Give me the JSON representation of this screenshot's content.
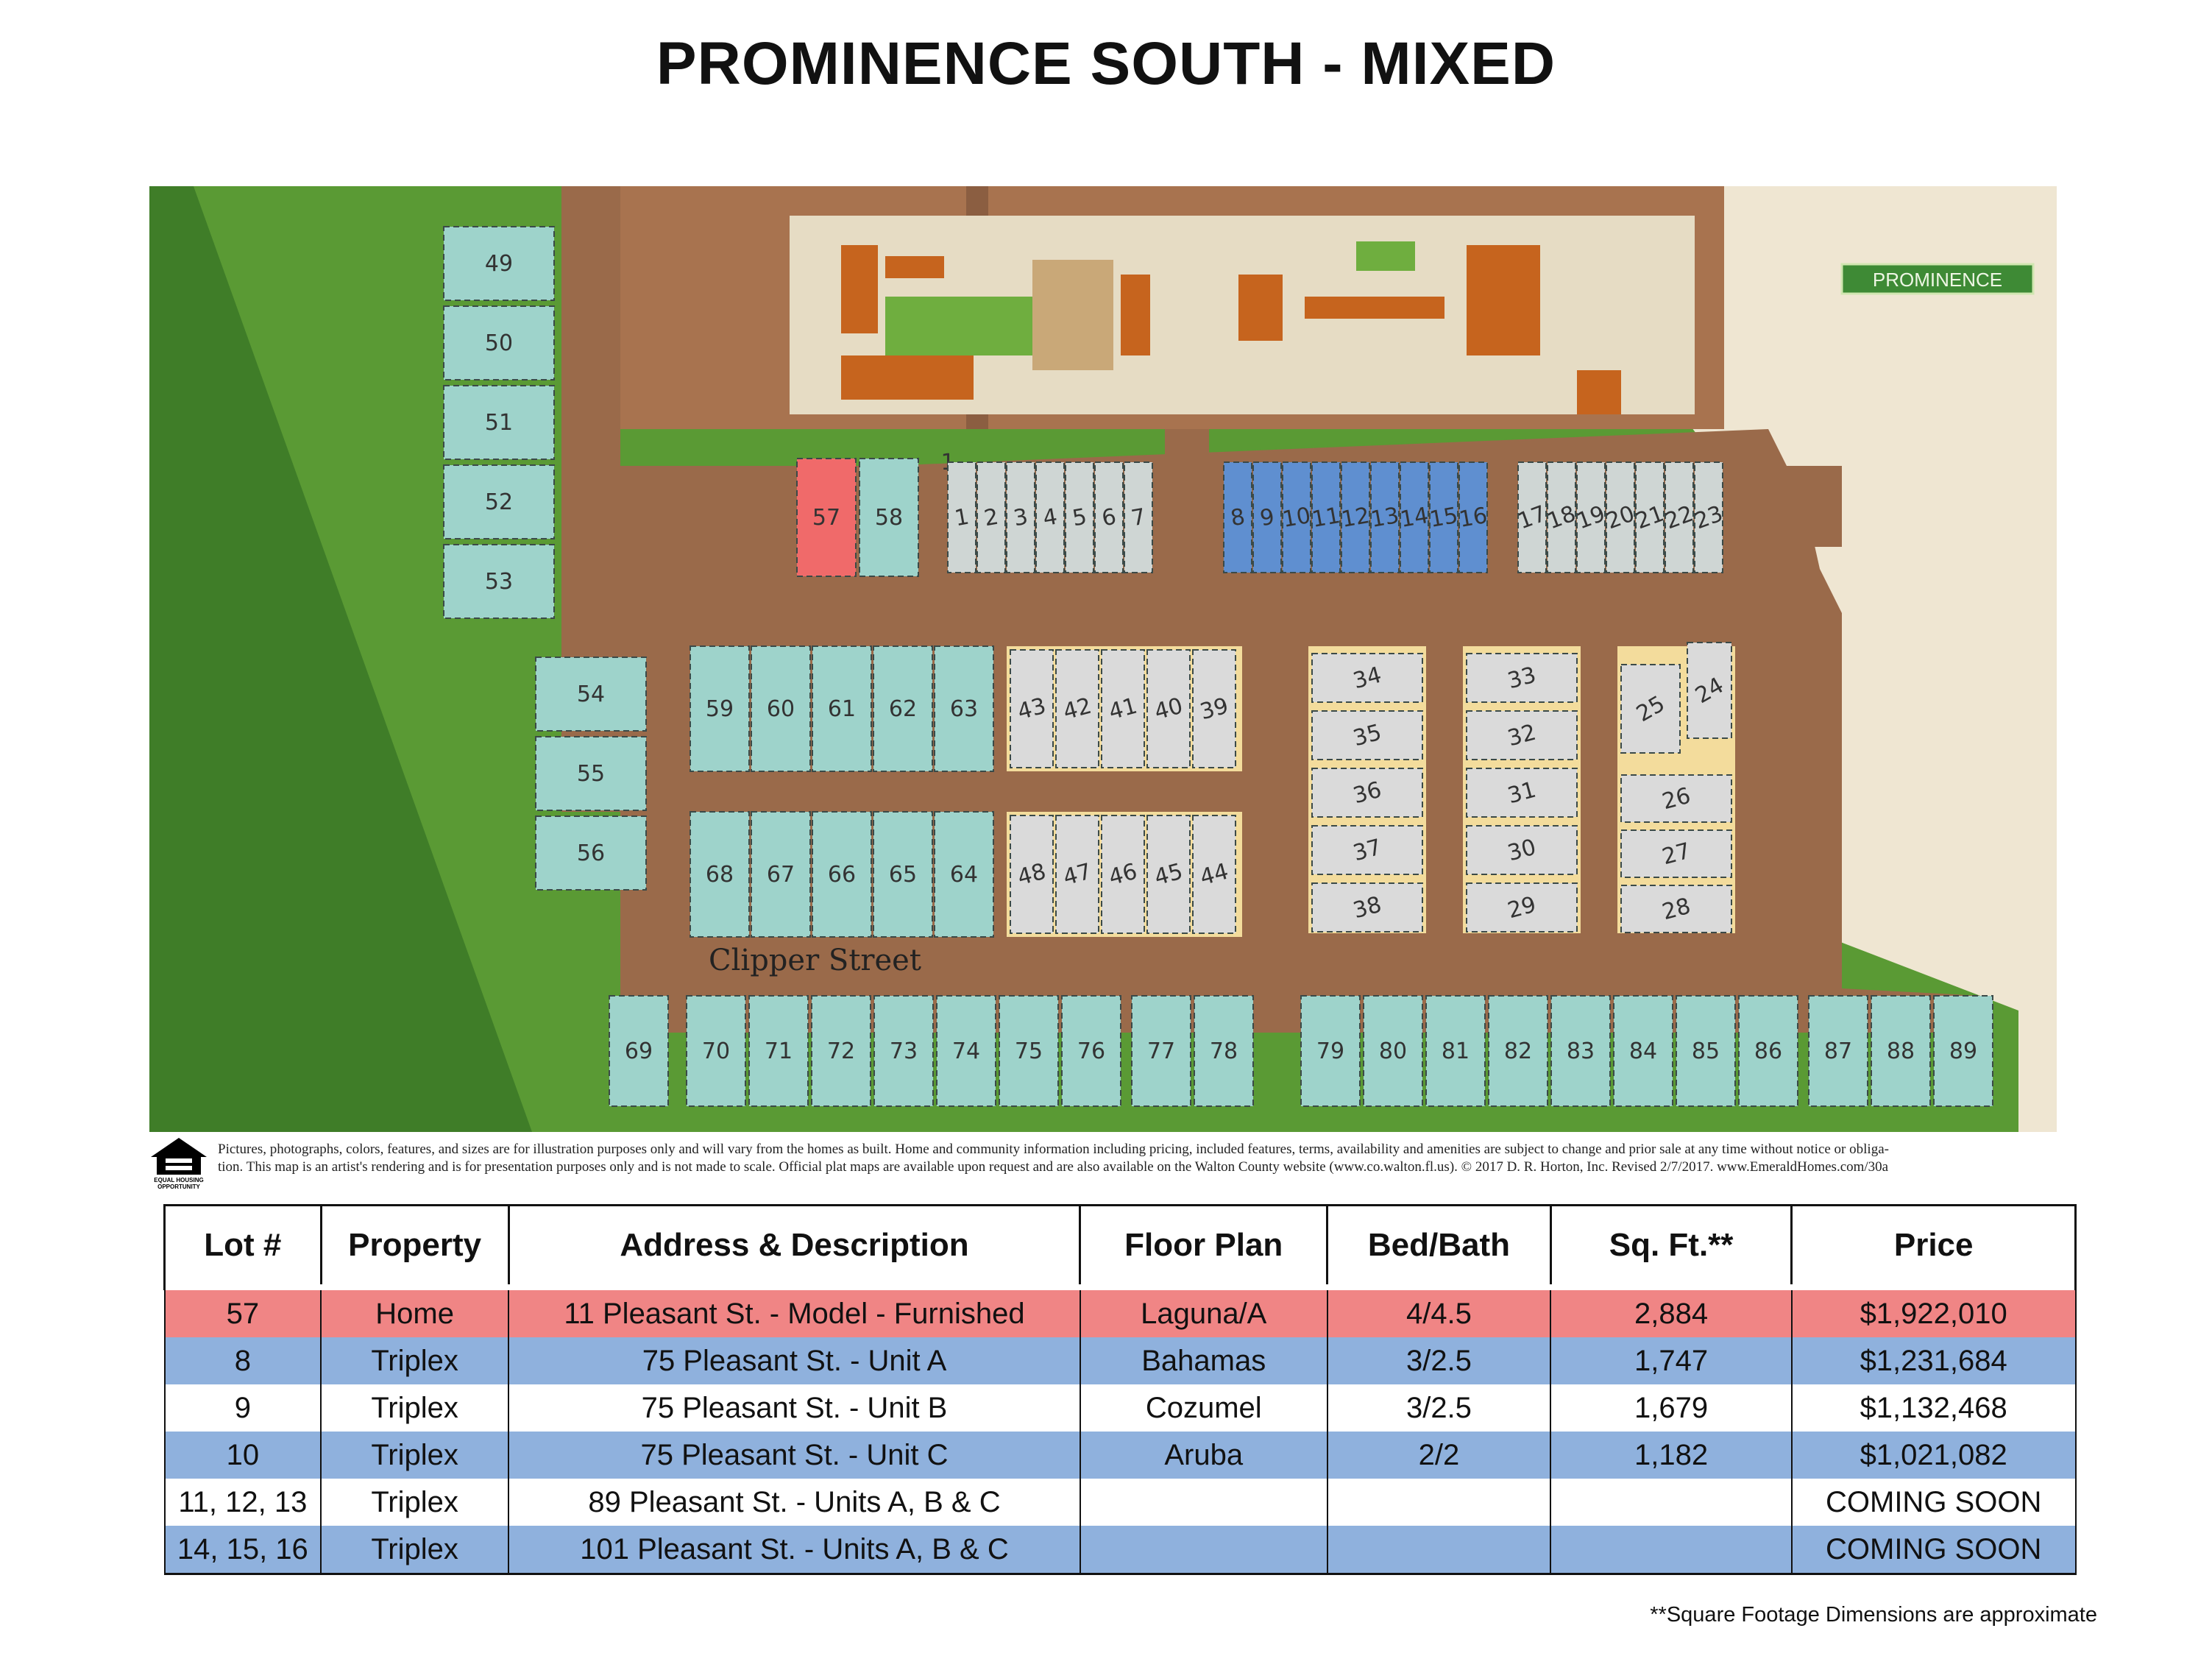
{
  "title": "PROMINENCE SOUTH - MIXED",
  "map": {
    "brand_sign": "PROMINENCE",
    "street_name": "Clipper Street",
    "colors": {
      "forest": "#5a9a34",
      "road": "#9a6a4a",
      "lot": "#9ed3cb",
      "lot_highlight": "#f06a6a",
      "lot_triplex": "#5f8fd0",
      "townhome_pad": "#f3dc9c",
      "sand": "#efe6d2"
    },
    "lots": {
      "west_column": [
        "49",
        "50",
        "51",
        "52",
        "53"
      ],
      "west_lower": [
        "54",
        "55",
        "56"
      ],
      "center_top": [
        "57",
        "58"
      ],
      "triplex_row_a": [
        "1",
        "2",
        "3",
        "4",
        "5",
        "6",
        "7"
      ],
      "triplex_row_b": [
        "8",
        "9",
        "10",
        "11",
        "12",
        "13",
        "14",
        "15",
        "16"
      ],
      "triplex_row_c": [
        "17",
        "18",
        "19",
        "20",
        "21",
        "22",
        "23"
      ],
      "middle_upper": [
        "59",
        "60",
        "61",
        "62",
        "63"
      ],
      "middle_lower": [
        "68",
        "67",
        "66",
        "65",
        "64"
      ],
      "town_upper": [
        "43",
        "42",
        "41",
        "40",
        "39"
      ],
      "town_lower": [
        "48",
        "47",
        "46",
        "45",
        "44"
      ],
      "cluster_a": [
        "34",
        "35",
        "36",
        "37",
        "38"
      ],
      "cluster_b": [
        "33",
        "32",
        "31",
        "30",
        "29"
      ],
      "cluster_c": [
        "25",
        "24",
        "26",
        "27",
        "28"
      ],
      "south_row": [
        "69",
        "70",
        "71",
        "72",
        "73",
        "74",
        "75",
        "76",
        "77",
        "78",
        "79",
        "80",
        "81",
        "82",
        "83",
        "84",
        "85",
        "86",
        "87",
        "88",
        "89"
      ]
    }
  },
  "disclaimer": {
    "line1": "Pictures, photographs, colors, features, and sizes are for illustration purposes only and will vary from the homes as built.  Home and community information including pricing, included features, terms, availability and amenities are subject to change and prior sale at any time without notice or obliga-",
    "line2": "tion.  This map is an artist's rendering and is for presentation purposes only and is not made to scale.  Official plat maps are available upon request and are also available on the Walton County website (www.co.walton.fl.us). © 2017 D. R. Horton, Inc. Revised 2/7/2017. www.EmeraldHomes.com/30a",
    "logo_text_1": "EQUAL HOUSING",
    "logo_text_2": "OPPORTUNITY"
  },
  "table": {
    "headers": {
      "lot": "Lot #",
      "property": "Property",
      "address": "Address & Description",
      "floor_plan": "Floor Plan",
      "bed_bath": "Bed/Bath",
      "sqft": "Sq. Ft.**",
      "price": "Price"
    },
    "rows": [
      {
        "lot": "57",
        "property": "Home",
        "address": "11 Pleasant St. - Model - Furnished",
        "floor_plan": "Laguna/A",
        "bed_bath": "4/4.5",
        "sqft": "2,884",
        "price": "$1,922,010",
        "color": "red"
      },
      {
        "lot": "8",
        "property": "Triplex",
        "address": "75 Pleasant St. - Unit A",
        "floor_plan": "Bahamas",
        "bed_bath": "3/2.5",
        "sqft": "1,747",
        "price": "$1,231,684",
        "color": "blue"
      },
      {
        "lot": "9",
        "property": "Triplex",
        "address": "75 Pleasant St. - Unit B",
        "floor_plan": "Cozumel",
        "bed_bath": "3/2.5",
        "sqft": "1,679",
        "price": "$1,132,468",
        "color": "white"
      },
      {
        "lot": "10",
        "property": "Triplex",
        "address": "75 Pleasant St. - Unit C",
        "floor_plan": "Aruba",
        "bed_bath": "2/2",
        "sqft": "1,182",
        "price": "$1,021,082",
        "color": "blue"
      },
      {
        "lot": "11, 12, 13",
        "property": "Triplex",
        "address": "89 Pleasant St. - Units A, B & C",
        "floor_plan": "",
        "bed_bath": "",
        "sqft": "",
        "price": "COMING SOON",
        "color": "white"
      },
      {
        "lot": "14, 15, 16",
        "property": "Triplex",
        "address": "101 Pleasant St. - Units A, B & C",
        "floor_plan": "",
        "bed_bath": "",
        "sqft": "",
        "price": "COMING SOON",
        "color": "blue"
      }
    ]
  },
  "footnote": "**Square Footage Dimensions are approximate"
}
